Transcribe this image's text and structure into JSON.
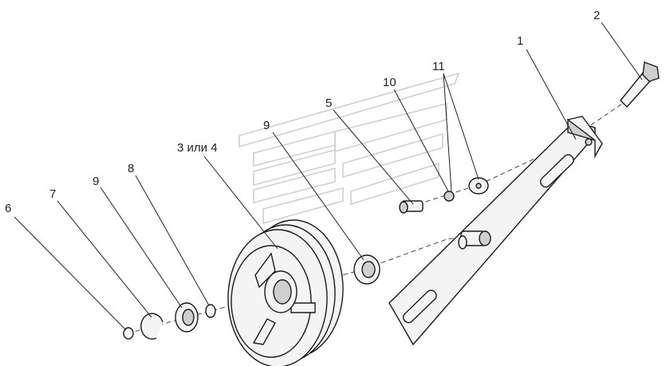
{
  "diagram": {
    "callouts": [
      {
        "id": "1",
        "label": "1"
      },
      {
        "id": "2",
        "label": "2"
      },
      {
        "id": "3",
        "label": "3 или 4"
      },
      {
        "id": "5",
        "label": "5"
      },
      {
        "id": "6",
        "label": "6"
      },
      {
        "id": "7",
        "label": "7"
      },
      {
        "id": "8",
        "label": "8"
      },
      {
        "id": "9a",
        "label": "9"
      },
      {
        "id": "9b",
        "label": "9"
      },
      {
        "id": "10",
        "label": "10"
      },
      {
        "id": "11",
        "label": "11"
      }
    ],
    "colors": {
      "line": "#1b1b1b",
      "watermark": "#c8c8c8",
      "background": "#ffffff"
    }
  }
}
